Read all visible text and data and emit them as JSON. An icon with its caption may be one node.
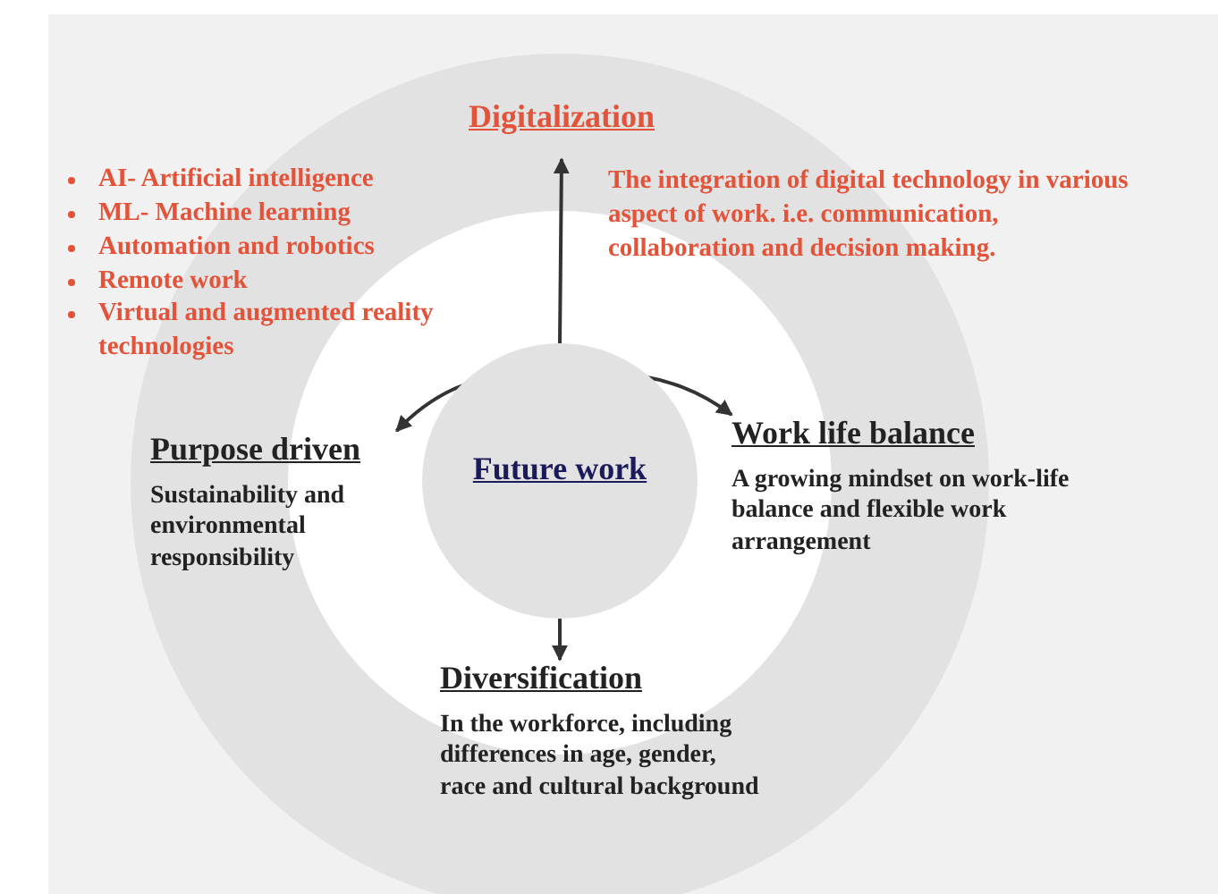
{
  "diagram": {
    "nodes": [
      {
        "text": [
          "Future work"
        ]
      },
      {
        "text": [
          "Digitalization"
        ]
      },
      {
        "text": [
          "Purpose driven",
          "Sustainability and environmental responsibility"
        ]
      },
      {
        "text": [
          "Work life balance",
          "A growing mindset on work-life balance and flexible work arrangement"
        ]
      },
      {
        "text": [
          "Diversification",
          "In the workforce, including differences in age, gender, race and cultural background"
        ]
      }
    ],
    "edges": [
      {
        "from": 0,
        "to": 1,
        "arrow": "to"
      },
      {
        "from": 0,
        "to": 2,
        "arrow": "to"
      },
      {
        "from": 0,
        "to": 3,
        "arrow": "to"
      },
      {
        "from": 0,
        "to": 4,
        "arrow": "to"
      }
    ],
    "labels": [
      "AI- Artificial intelligence",
      "ML- Machine learning",
      "Automation and robotics",
      "Remote work",
      "Virtual and augmented reality technologies",
      "The integration of digital technology in various aspect of work. i.e. communication, collaboration and decision making."
    ]
  }
}
